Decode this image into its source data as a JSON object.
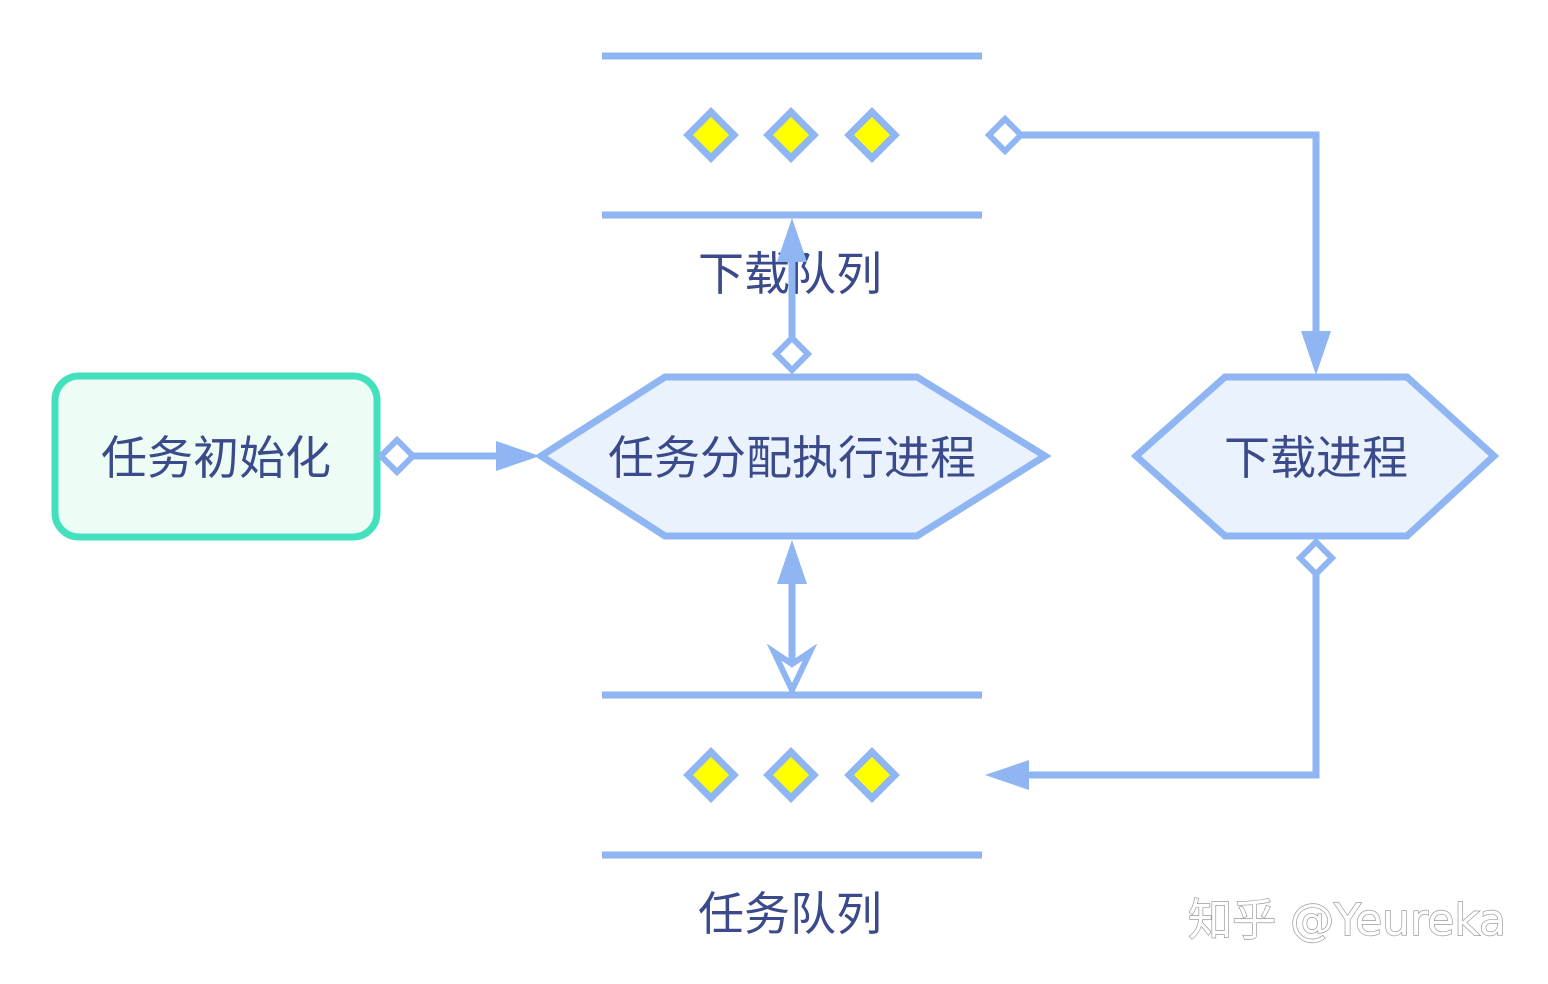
{
  "nodes": {
    "init": {
      "label": "任务初始化"
    },
    "dispatcher": {
      "label": "任务分配执行进程"
    },
    "download_process": {
      "label": "下载进程"
    }
  },
  "queues": {
    "download_queue": {
      "label": "下载队列"
    },
    "task_queue": {
      "label": "任务队列"
    }
  },
  "watermark": "知乎 @Yeureka",
  "colors": {
    "edge": "#8fb6f2",
    "hex_fill": "#eaf2fd",
    "start_border": "#42e0bd",
    "start_fill": "#edfdf5",
    "queue_item": "#ffff00",
    "text": "#3b4a8a"
  }
}
